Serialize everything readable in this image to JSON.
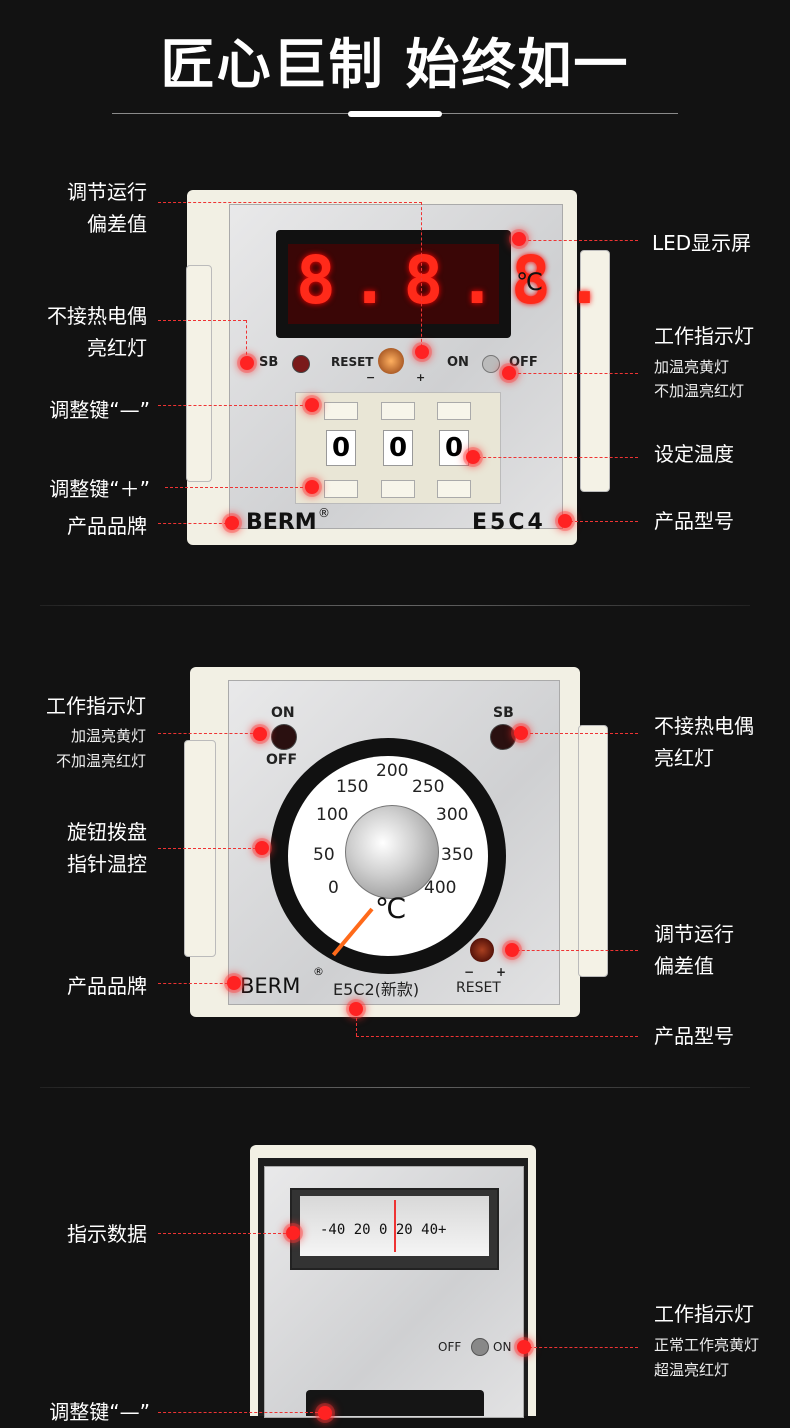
{
  "header": {
    "title": "匠心巨制 始终如一"
  },
  "device1": {
    "display_digits": "8.8.8.",
    "display_unit": "℃",
    "sb_label": "SB",
    "reset_label": "RESET",
    "reset_minus": "−",
    "reset_plus": "+",
    "on_label": "ON",
    "off_label": "OFF",
    "digit_values": [
      "0",
      "0",
      "0"
    ],
    "brand": "BERM",
    "registered": "®",
    "model": "E5C4",
    "callouts": {
      "adjust_deviation_1": "调节运行",
      "adjust_deviation_2": "偏差值",
      "no_thermocouple_1": "不接热电偶",
      "no_thermocouple_2": "亮红灯",
      "minus_key": "调整键“—”",
      "plus_key": "调整键“＋”",
      "brand": "产品品牌",
      "led_screen": "LED显示屏",
      "work_indicator": "工作指示灯",
      "heating_yellow": "加温亮黄灯",
      "not_heating_red": "不加温亮红灯",
      "set_temperature": "设定温度",
      "model": "产品型号"
    }
  },
  "device2": {
    "on_label": "ON",
    "off_label": "OFF",
    "sb_label": "SB",
    "dial_numbers": [
      "0",
      "50",
      "100",
      "150",
      "200",
      "250",
      "300",
      "350",
      "400"
    ],
    "dial_unit": "℃",
    "reset_minus": "−",
    "reset_plus": "+",
    "reset_label": "RESET",
    "brand": "BERM",
    "registered": "®",
    "model": "E5C2(新款)",
    "callouts": {
      "work_indicator": "工作指示灯",
      "heating_yellow": "加温亮黄灯",
      "not_heating_red": "不加温亮红灯",
      "knob_dial_1": "旋钮拨盘",
      "knob_dial_2": "指针温控",
      "brand": "产品品牌",
      "no_thermocouple_1": "不接热电偶",
      "no_thermocouple_2": "亮红灯",
      "adjust_deviation_1": "调节运行",
      "adjust_deviation_2": "偏差值",
      "model": "产品型号"
    }
  },
  "device3": {
    "meter_scale": "-40 20  0  20 40+",
    "off_label": "OFF",
    "on_label": "ON",
    "callouts": {
      "indicator_data": "指示数据",
      "work_indicator": "工作指示灯",
      "normal_yellow": "正常工作亮黄灯",
      "over_temp_red": "超温亮红灯",
      "minus_key": "调整键“—”"
    }
  },
  "colors": {
    "background": "#121212",
    "accent_red": "#ff2222",
    "segment_red": "#ff2a1a",
    "housing": "#f2f0e4"
  }
}
